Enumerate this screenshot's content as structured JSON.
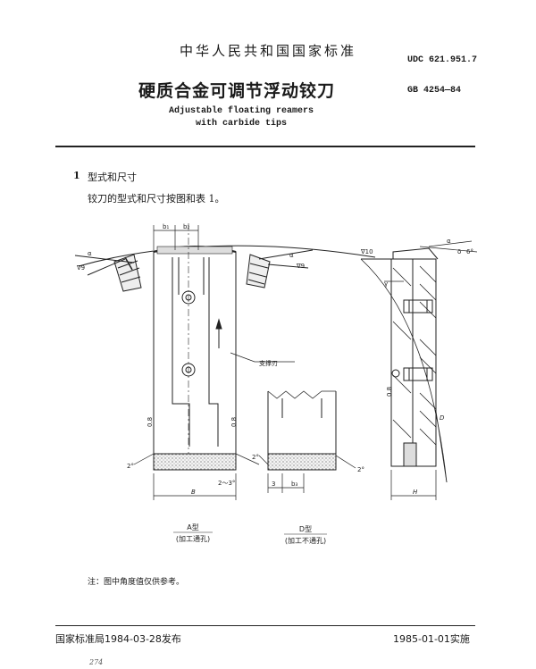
{
  "header": {
    "org": "中华人民共和国国家标准",
    "udc": "UDC 621.951.7",
    "gb": "GB 4254—84",
    "title_cn": "硬质合金可调节浮动铰刀",
    "title_en_1": "Adjustable floating reamers",
    "title_en_2": "with carbide tips"
  },
  "section": {
    "number": "1",
    "title": "型式和尺寸",
    "body": "铰刀的型式和尺寸按图和表 1。"
  },
  "figure": {
    "label_b1": "b₁",
    "label_b2": "b₂",
    "label_b3": "b₃",
    "label_alpha": "α",
    "label_alpha2": "α",
    "label_alpha3": "α",
    "label_kappa": "∇9",
    "label_kappa2": "∇9",
    "label_gamma": "γ",
    "label_delta": "δ",
    "label_6": "6°",
    "label_10": "∇10",
    "label_support": "支撑刃",
    "label_2deg_left": "2°",
    "label_2deg_mid": "2°",
    "label_2deg_right": "2°",
    "label_23": "2～3°",
    "label_3": "3",
    "label_B": "B",
    "label_H": "H",
    "label_D": "D",
    "label_08a": "0.8",
    "label_08b": "0.8",
    "label_08c": "0.8",
    "type_a": "A型",
    "type_a_sub": "(加工通孔)",
    "type_d": "D型",
    "type_d_sub": "(加工不通孔)"
  },
  "note": "注：图中角度值仅供参考。",
  "footer": {
    "publisher": "国家标准局1984-03-28发布",
    "implement": "1985-01-01实施",
    "page": "274"
  }
}
